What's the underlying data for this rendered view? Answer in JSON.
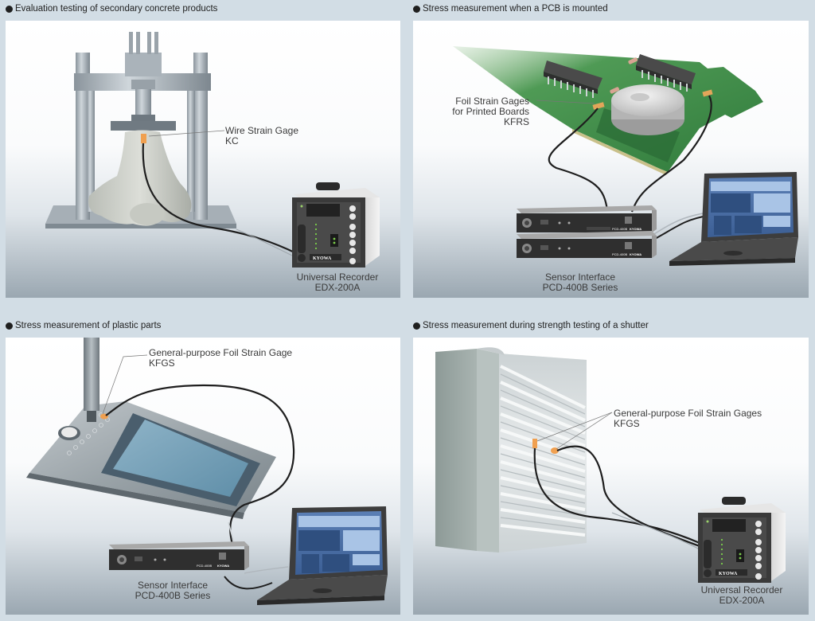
{
  "panels": [
    {
      "title": "Evaluation testing of secondary concrete products",
      "labels": [
        {
          "line1": "Wire Strain Gage",
          "line2": "KC"
        },
        {
          "line1": "Universal Recorder",
          "line2": "EDX-200A"
        }
      ],
      "device_brand": "KYOWA"
    },
    {
      "title": "Stress measurement when a PCB is mounted",
      "labels": [
        {
          "line1": "Foil Strain Gages",
          "line2": "for Printed Boards",
          "line3": "KFRS"
        },
        {
          "line1": "Sensor Interface",
          "line2": "PCD-400B Series"
        }
      ],
      "device_model": "PCD-400B",
      "device_brand": "KYOWA"
    },
    {
      "title": "Stress measurement of plastic parts",
      "labels": [
        {
          "line1": "General-purpose Foil Strain Gage",
          "line2": "KFGS"
        },
        {
          "line1": "Sensor Interface",
          "line2": "PCD-400B Series"
        }
      ],
      "device_model": "PCD-400B",
      "device_brand": "KYOWA"
    },
    {
      "title": "Stress measurement during strength testing of a shutter",
      "labels": [
        {
          "line1": "General-purpose Foil Strain Gages",
          "line2": "KFGS"
        },
        {
          "line1": "Universal Recorder",
          "line2": "EDX-200A"
        }
      ],
      "device_brand": "KYOWA"
    }
  ],
  "colors": {
    "background": "#d2dde5",
    "gage": "#f0a050",
    "pcb_green": "#3f8a46",
    "cable": "#1e1e1e",
    "screen_dark": "#2f4f7f",
    "screen_light": "#a9c4e6"
  }
}
